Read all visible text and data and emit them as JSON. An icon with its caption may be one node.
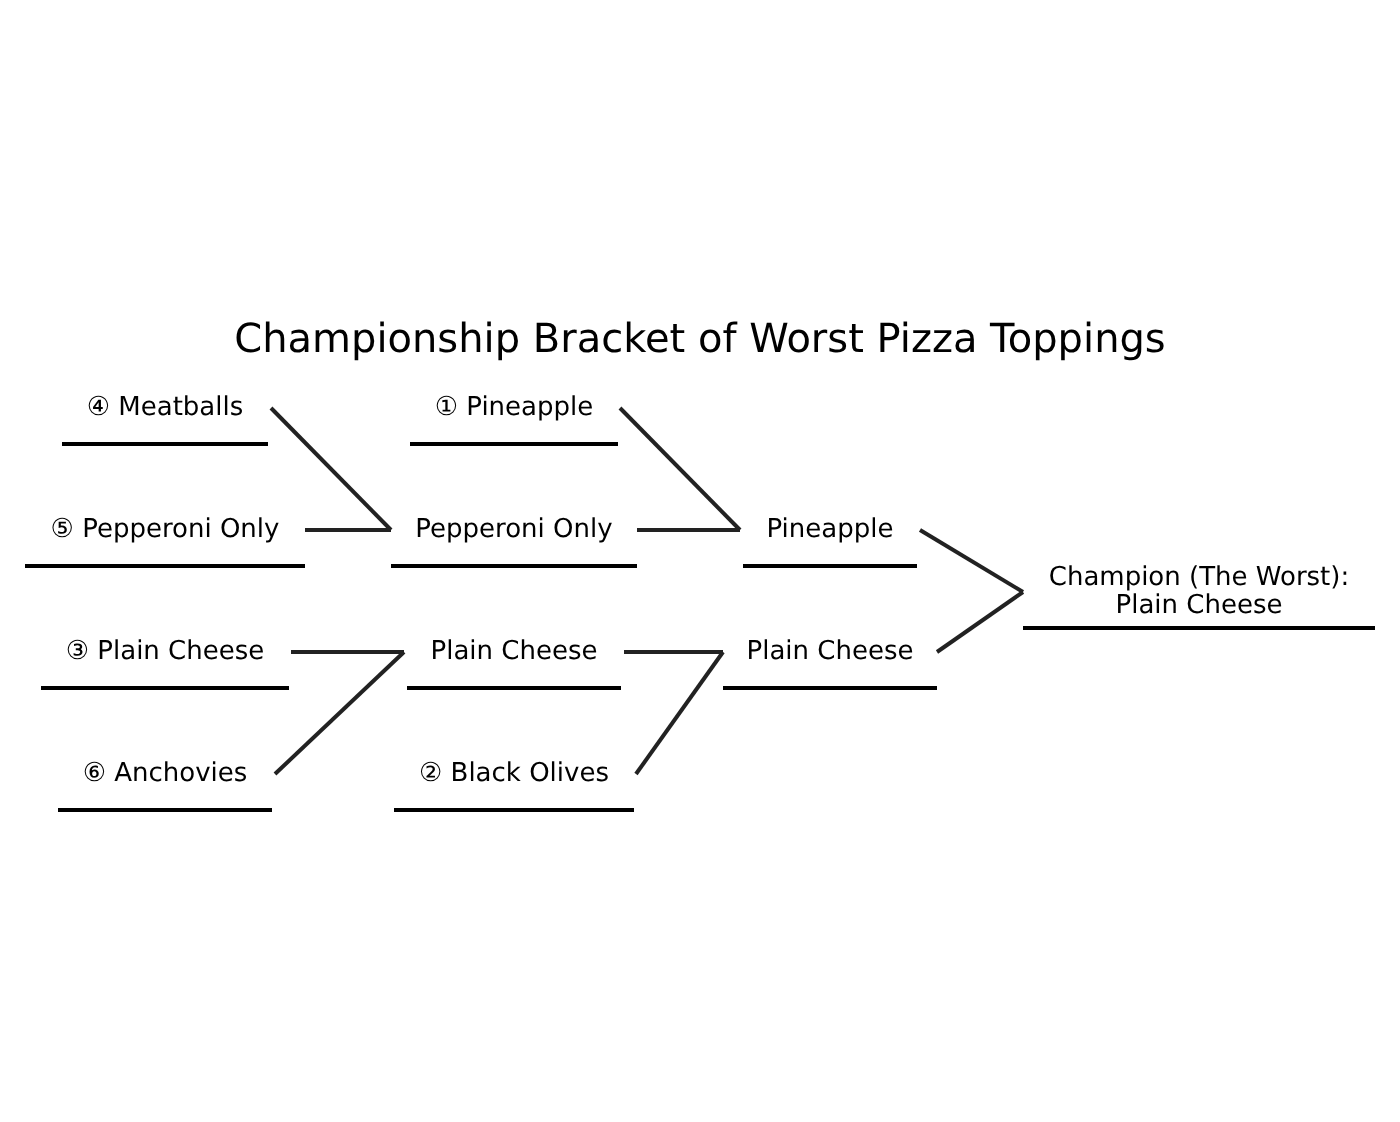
{
  "diagram": {
    "title": "Championship Bracket of Worst Pizza Toppings",
    "nodes": [
      {
        "text": [
          "① Pineapple"
        ]
      },
      {
        "text": [
          "④ Meatballs"
        ]
      },
      {
        "text": [
          "⑤ Pepperoni Only"
        ]
      },
      {
        "text": [
          "③ Plain Cheese"
        ]
      },
      {
        "text": [
          "⑥ Anchovies"
        ]
      },
      {
        "text": [
          "② Black Olives"
        ]
      },
      {
        "text": [
          "Pepperoni Only"
        ]
      },
      {
        "text": [
          "Pineapple"
        ]
      },
      {
        "text": [
          "Plain Cheese"
        ]
      },
      {
        "text": [
          "Plain Cheese"
        ]
      },
      {
        "text": [
          "Champion (The Worst):",
          "Plain Cheese"
        ]
      }
    ],
    "edges": [
      {
        "from": 0,
        "to": 7,
        "arrow": "none"
      },
      {
        "from": 1,
        "to": 6,
        "arrow": "none"
      },
      {
        "from": 2,
        "to": 6,
        "arrow": "none"
      },
      {
        "from": 6,
        "to": 7,
        "arrow": "none"
      },
      {
        "from": 3,
        "to": 8,
        "arrow": "none"
      },
      {
        "from": 4,
        "to": 8,
        "arrow": "none"
      },
      {
        "from": 8,
        "to": 9,
        "arrow": "none"
      },
      {
        "from": 5,
        "to": 9,
        "arrow": "none"
      },
      {
        "from": 7,
        "to": 10,
        "arrow": "none"
      },
      {
        "from": 9,
        "to": 10,
        "arrow": "none"
      }
    ]
  }
}
